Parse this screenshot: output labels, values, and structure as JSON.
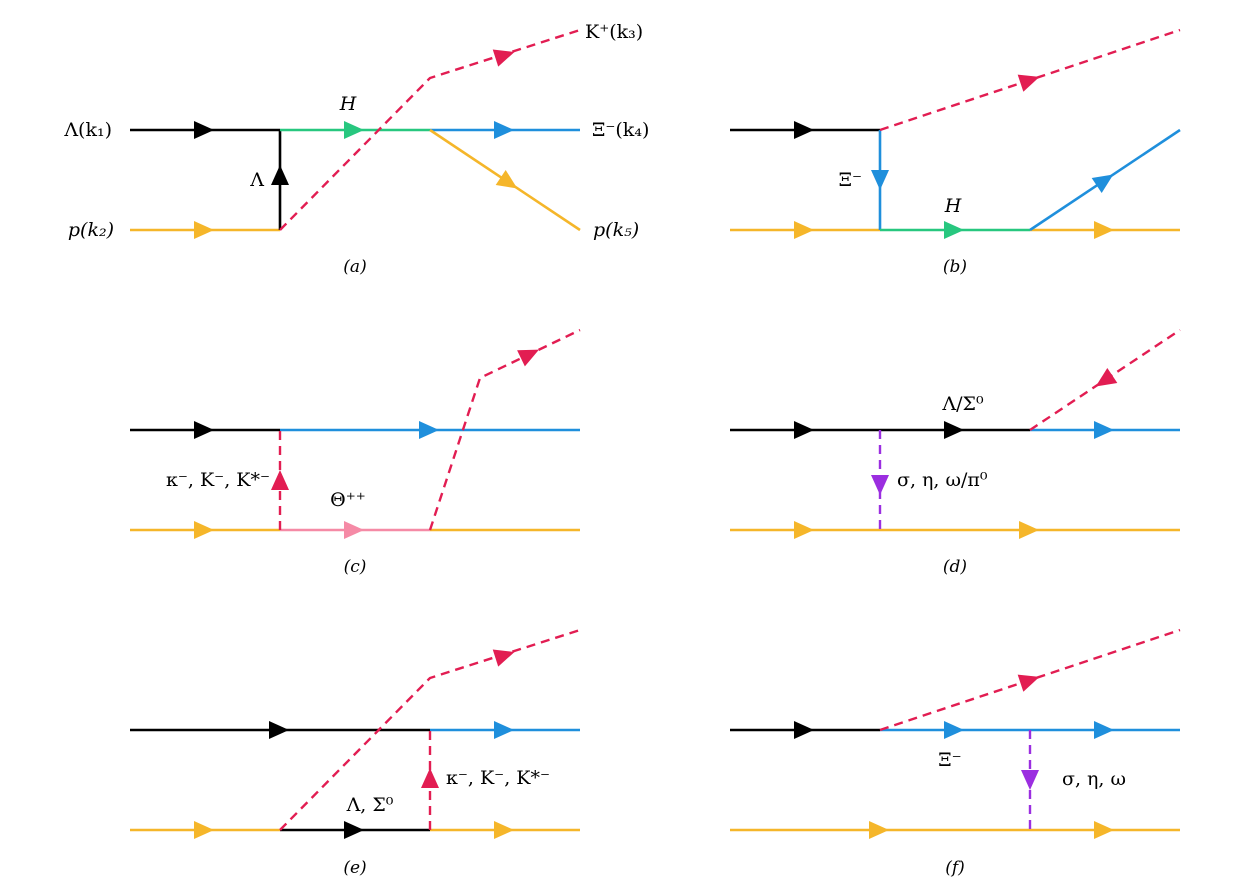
{
  "colors": {
    "lambda_line": "#000000",
    "proton_line": "#f5b62a",
    "xi_line": "#1f8fdc",
    "kaon_line": "#e21d52",
    "h_line": "#27c77f",
    "theta_line": "#f58aa6",
    "meson_line": "#9b2ee0"
  },
  "diagrams": {
    "a": {
      "caption": "(a)",
      "label_lambda_in": "Λ(k₁)",
      "label_proton_in": "p(k₂)",
      "label_kaon_out": "K⁺(k₃)",
      "label_xi_out": "Ξ⁻(k₄)",
      "label_proton_out": "p(k₅)",
      "label_exchange": "Λ",
      "label_h": "H"
    },
    "b": {
      "caption": "(b)",
      "label_exchange": "Ξ⁻",
      "label_h": "H"
    },
    "c": {
      "caption": "(c)",
      "label_exchange": "κ⁻, K⁻, K*⁻",
      "label_intermediate": "Θ⁺⁺"
    },
    "d": {
      "caption": "(d)",
      "label_intermediate": "Λ/Σ⁰",
      "label_exchange": "σ, η, ω/π⁰"
    },
    "e": {
      "caption": "(e)",
      "label_intermediate": "Λ, Σ⁰",
      "label_exchange": "κ⁻, K⁻, K*⁻"
    },
    "f": {
      "caption": "(f)",
      "label_intermediate": "Ξ⁻",
      "label_exchange": "σ, η, ω"
    }
  }
}
